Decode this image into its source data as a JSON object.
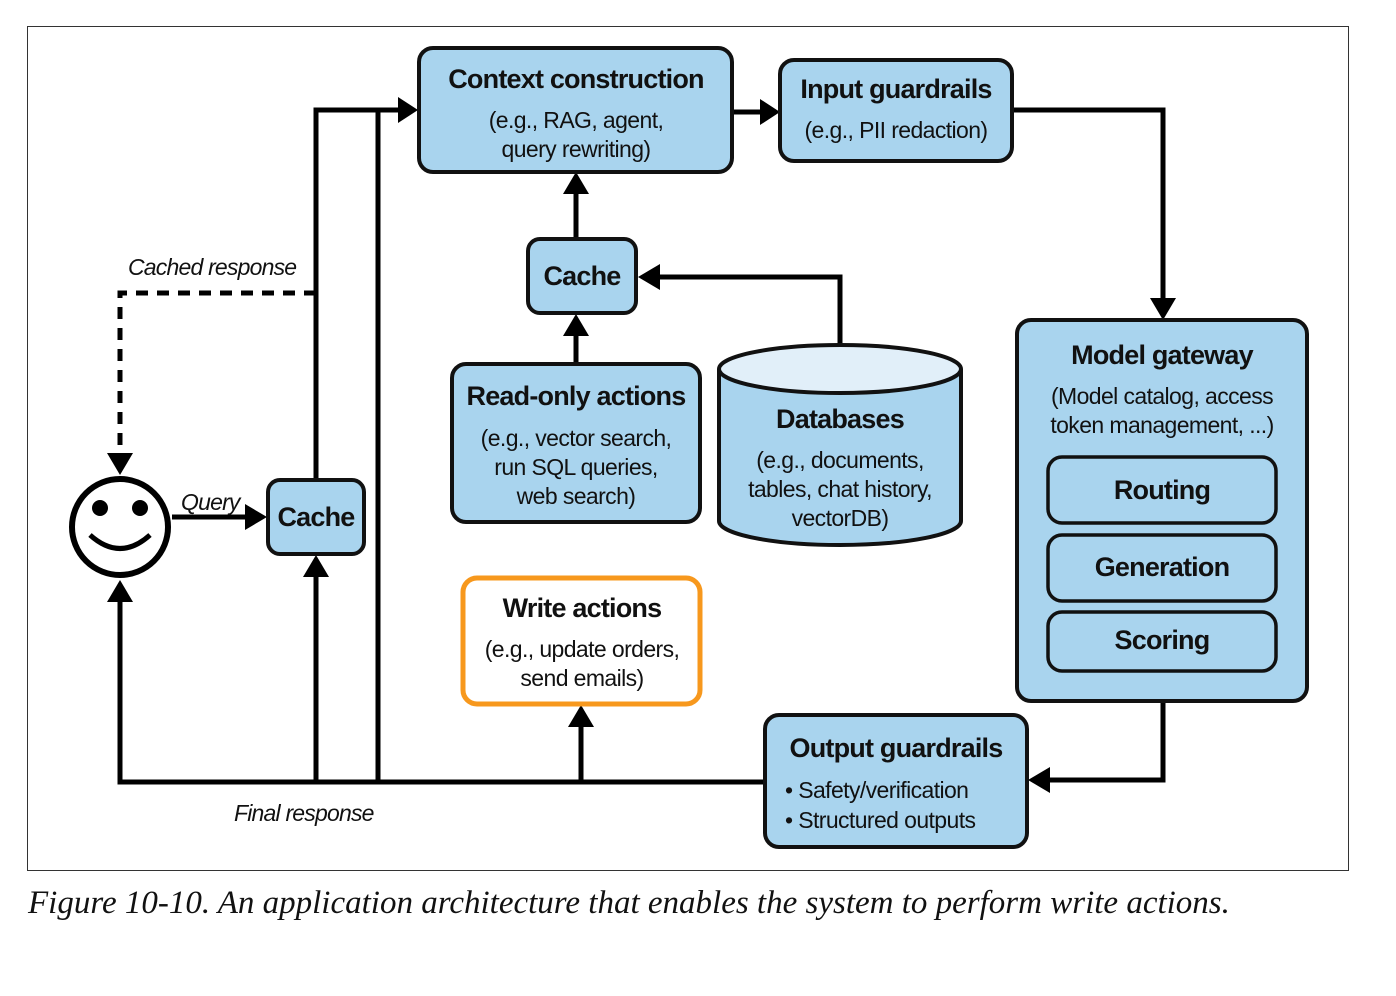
{
  "diagram": {
    "context_construction": {
      "title": "Context construction",
      "lines": [
        "(e.g., RAG, agent,",
        "query rewriting)"
      ]
    },
    "input_guardrails": {
      "title": "Input guardrails",
      "lines": [
        "(e.g., PII redaction)"
      ]
    },
    "cache_top": {
      "title": "Cache"
    },
    "cache_left": {
      "title": "Cache"
    },
    "read_only_actions": {
      "title": "Read-only actions",
      "lines": [
        "(e.g., vector search,",
        "run SQL queries,",
        "web search)"
      ]
    },
    "databases": {
      "title": "Databases",
      "lines": [
        "(e.g., documents,",
        "tables, chat history,",
        "vectorDB)"
      ]
    },
    "model_gateway": {
      "title": "Model gateway",
      "lines": [
        "(Model catalog, access",
        "token management, ...)"
      ],
      "components": [
        "Routing",
        "Generation",
        "Scoring"
      ]
    },
    "write_actions": {
      "title": "Write actions",
      "lines": [
        "(e.g., update orders,",
        "send emails)"
      ]
    },
    "output_guardrails": {
      "title": "Output guardrails",
      "bullets": [
        "• Safety/verification",
        "• Structured outputs"
      ]
    },
    "edge_labels": {
      "cached_response": "Cached response",
      "query": "Query",
      "final_response": "Final response"
    },
    "user_icon": "smiley-face-user-icon",
    "colors": {
      "box_fill": "#a9d4ee",
      "write_border": "#f7981d",
      "stroke": "#111111"
    }
  },
  "caption": "Figure 10-10. An application architecture that enables the system to perform write actions."
}
